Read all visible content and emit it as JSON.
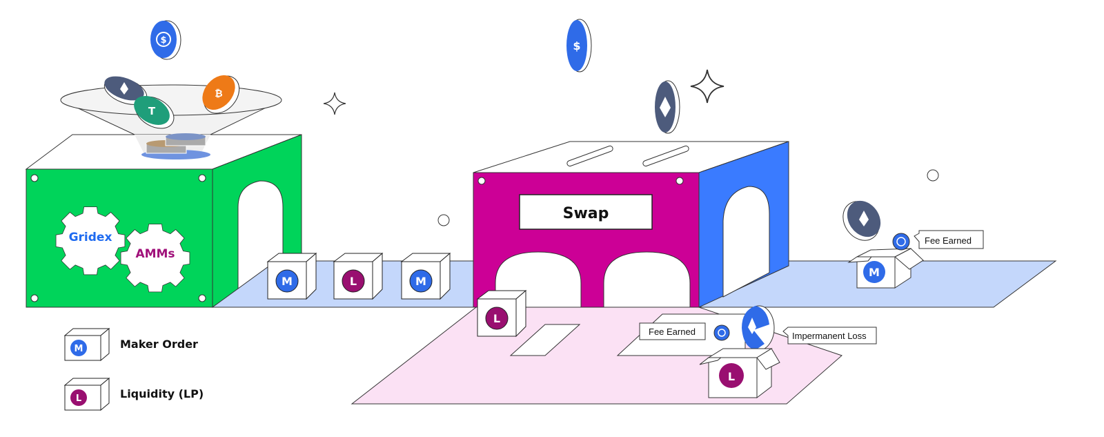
{
  "diagram": {
    "gear_labels": [
      "Gridex",
      "AMMs"
    ],
    "swap_label": "Swap",
    "box_letters": {
      "maker": "M",
      "liquidity": "L"
    },
    "callouts": {
      "fee_earned_maker": "Fee Earned",
      "fee_earned_lp": "Fee Earned",
      "impermanent_loss": "Impermanent Loss"
    },
    "legend": [
      {
        "letter": "M",
        "label": "Maker Order"
      },
      {
        "letter": "L",
        "label": "Liquidity (LP)"
      }
    ],
    "colors": {
      "green": "#00d45a",
      "magenta": "#cc0096",
      "blue": "#3a7bff",
      "conveyor": "#c4d7fb",
      "pink_floor": "#fbe1f4",
      "maker": "#2f6be8",
      "liquidity": "#990f70",
      "gridex_text": "#1f6bf0",
      "amms_text": "#a0107a"
    }
  }
}
